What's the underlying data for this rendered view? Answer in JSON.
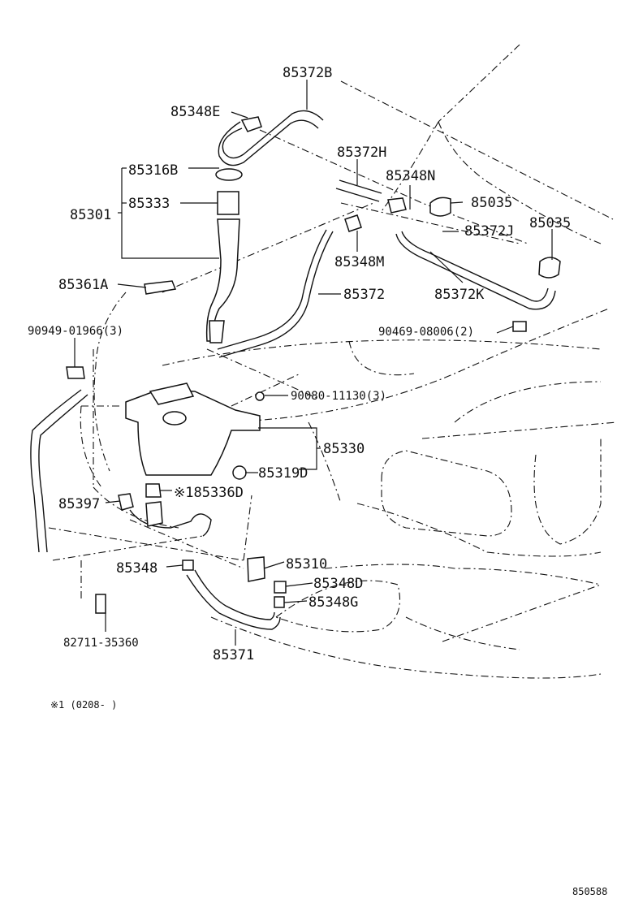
{
  "parts": {
    "p85372B": "85372B",
    "p85348E": "85348E",
    "p85316B": "85316B",
    "p85333": "85333",
    "p85301": "85301",
    "p85372H": "85372H",
    "p85348N": "85348N",
    "p85035a": "85035",
    "p85035b": "85035",
    "p85372J": "85372J",
    "p85348M": "85348M",
    "p85372K": "85372K",
    "p85361A": "85361A",
    "p85372": "85372",
    "p90469": "90469-08006(2)",
    "p90949": "90949-01966(3)",
    "p90080": "90080-11130(3)",
    "p85330": "85330",
    "p85319D": "85319D",
    "p85397": "85397",
    "p85336D": "※185336D",
    "p85310": "85310",
    "p85348": "85348",
    "p85348D": "85348D",
    "p85348G": "85348G",
    "p82711": "82711-35360",
    "p85371": "85371"
  },
  "footnote": "※1 (0208-    )",
  "figure_number": "850588"
}
